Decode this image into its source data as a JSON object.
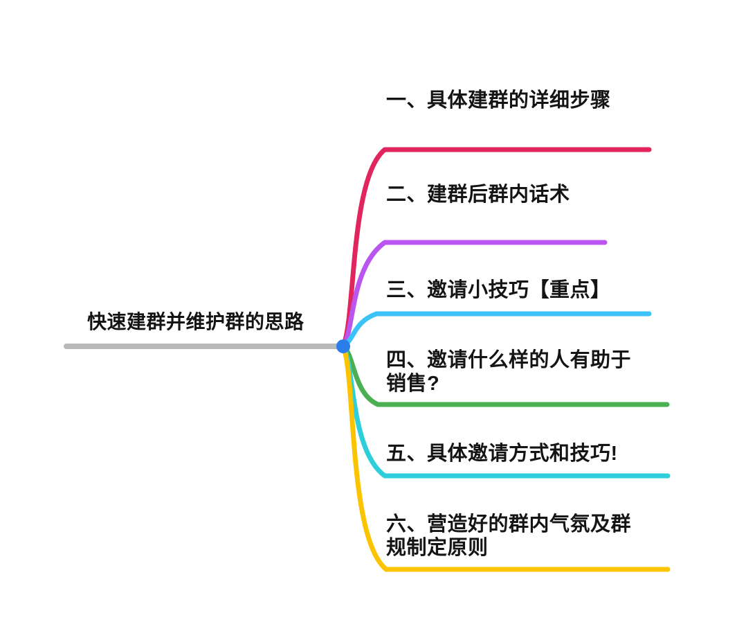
{
  "root": {
    "label": "快速建群并维护群的思路",
    "line_color": "#b9b9b9",
    "dot_color": "#2b7de9"
  },
  "branches": [
    {
      "label": "一、具体建群的详细步骤",
      "color": "#e0255f"
    },
    {
      "label": "二、建群后群内话术",
      "color": "#bb55ef"
    },
    {
      "label": "三、邀请小技巧【重点】",
      "color": "#3bc3f7"
    },
    {
      "label": "四、邀请什么样的人有助于销售?",
      "color": "#4cb052"
    },
    {
      "label": "五、具体邀请方式和技巧!",
      "color": "#2ecfdb"
    },
    {
      "label": "六、营造好的群内气氛及群规制定原则",
      "color": "#fcc400"
    }
  ]
}
